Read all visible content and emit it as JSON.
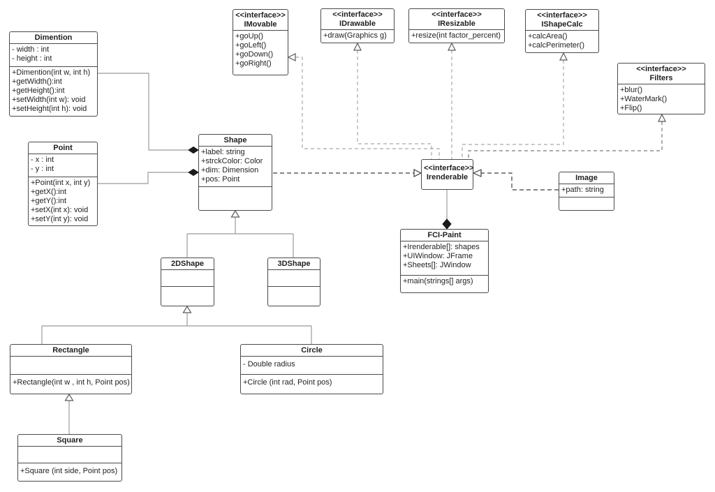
{
  "colors": {
    "box_border": "#4a4a4a",
    "box_background": "#ffffff",
    "text": "#1f1f1f",
    "solid_line": "#9b9b9b",
    "dashed_light": "#a9a9a9",
    "dashed_dark": "#3d3d3d"
  },
  "classes": {
    "dimention": {
      "name": "Dimention",
      "attributes": [
        "- width : int",
        "- height : int"
      ],
      "methods": [
        "+Dimention(int w, int h)",
        "+getWidth():int",
        "+getHeight():int",
        "+setWidth(int w): void",
        "+setHeight(int h): void"
      ]
    },
    "point": {
      "name": "Point",
      "attributes": [
        "- x : int",
        "- y : int"
      ],
      "methods": [
        "+Point(int x, int y)",
        "+getX():int",
        "+getY():int",
        "+setX(int x): void",
        "+setY(int y): void"
      ]
    },
    "imovable": {
      "stereotype": "<<interface>>",
      "name": "IMovable",
      "methods": [
        "+goUp()",
        "+goLeft()",
        "+goDown()",
        "+goRight()"
      ]
    },
    "idrawable": {
      "stereotype": "<<interface>>",
      "name": "IDrawable",
      "methods": [
        "+draw(Graphics g)"
      ]
    },
    "iresizable": {
      "stereotype": "<<interface>>",
      "name": "IResizable",
      "methods": [
        "+resize(int factor_percent)"
      ]
    },
    "ishapecalc": {
      "stereotype": "<<interface>>",
      "name": "IShapeCalc",
      "methods": [
        "+calcArea()",
        "+calcPerimeter()"
      ]
    },
    "filters": {
      "stereotype": "<<interface>>",
      "name": "Filters",
      "methods": [
        "+blur()",
        "+WaterMark()",
        "+Flip()"
      ]
    },
    "shape": {
      "name": "Shape",
      "attributes": [
        "+label: string",
        "+strckColor: Color",
        "+dim: Dimension",
        "+pos: Point"
      ]
    },
    "irenderable": {
      "stereotype": "<<interface>>",
      "name": "Irenderable"
    },
    "image": {
      "name": "Image",
      "attributes": [
        "+path: string"
      ]
    },
    "fcipaint": {
      "name": "FCI-Paint",
      "attributes": [
        "+Irenderable[]: shapes",
        "+UIWindow: JFrame",
        "+Sheets[]: JWindow"
      ],
      "methods": [
        "+main(strings[] args)"
      ]
    },
    "twodshape": {
      "name": "2DShape"
    },
    "threedshape": {
      "name": "3DShape"
    },
    "rectangle": {
      "name": "Rectangle",
      "methods": [
        "+Rectangle(int w , int h, Point pos)"
      ]
    },
    "circle": {
      "name": "Circle",
      "attributes": [
        "- Double radius"
      ],
      "methods": [
        "+Circle (int rad, Point pos)"
      ]
    },
    "square": {
      "name": "Square",
      "methods": [
        "+Square (int side, Point pos)"
      ]
    }
  },
  "relations": [
    {
      "from": "Dimention",
      "to": "Shape",
      "type": "composition"
    },
    {
      "from": "Point",
      "to": "Shape",
      "type": "composition"
    },
    {
      "from": "Shape",
      "to": "Irenderable",
      "type": "realization"
    },
    {
      "from": "Image",
      "to": "Irenderable",
      "type": "realization"
    },
    {
      "from": "Irenderable",
      "to": "IMovable",
      "type": "realization"
    },
    {
      "from": "Irenderable",
      "to": "IDrawable",
      "type": "realization"
    },
    {
      "from": "Irenderable",
      "to": "IResizable",
      "type": "realization"
    },
    {
      "from": "Irenderable",
      "to": "IShapeCalc",
      "type": "realization"
    },
    {
      "from": "Irenderable",
      "to": "Filters",
      "type": "realization"
    },
    {
      "from": "Irenderable",
      "to": "FCI-Paint",
      "type": "composition"
    },
    {
      "from": "2DShape",
      "to": "Shape",
      "type": "inheritance"
    },
    {
      "from": "3DShape",
      "to": "Shape",
      "type": "inheritance"
    },
    {
      "from": "Rectangle",
      "to": "2DShape",
      "type": "inheritance"
    },
    {
      "from": "Circle",
      "to": "2DShape",
      "type": "inheritance"
    },
    {
      "from": "Square",
      "to": "Rectangle",
      "type": "inheritance"
    }
  ]
}
